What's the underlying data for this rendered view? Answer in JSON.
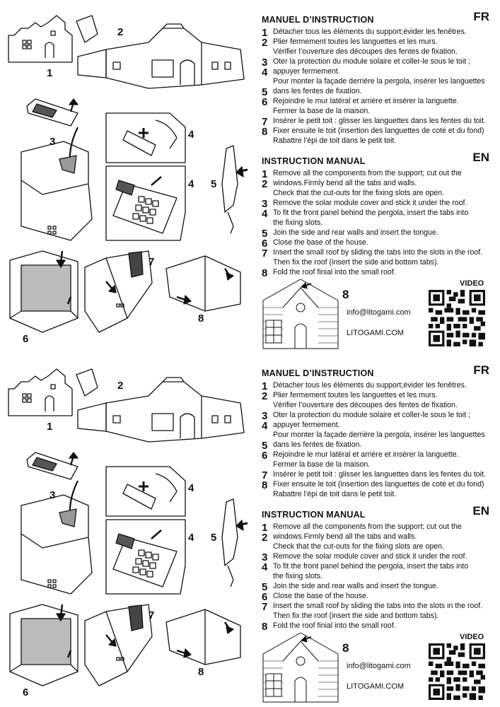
{
  "fr": {
    "title": "MANUEL D’INSTRUCTION",
    "lang": "FR",
    "lines": [
      {
        "num": "1",
        "text": "Détacher tous les éléments du support;évider les fenêtres."
      },
      {
        "num": "2",
        "text": "Plier fermement toutes les languettes et les murs."
      },
      {
        "num": "",
        "text": "Vérifier l’ouverture des découpes des fentes de fixation."
      },
      {
        "num": "3",
        "text": "Oter la protection du module solaire et coller-le sous le toit ;"
      },
      {
        "num": "4",
        "text": "appuyer fermement."
      },
      {
        "num": "",
        "text": "Pour monter la façade derrière la pergola, insérer les languettes"
      },
      {
        "num": "5",
        "text": "dans les fentes de fixation."
      },
      {
        "num": "6",
        "text": "Rejoindre le mur latéral et arrière et insérer la languette."
      },
      {
        "num": "",
        "text": "Fermer la base de la maison."
      },
      {
        "num": "7",
        "text": "Insérer le petit toit : glisser les languettes dans les fentes du toit."
      },
      {
        "num": "8",
        "text": "Fixer ensuite le toit (insertion des languettes de coté et du fond)"
      },
      {
        "num": "",
        "text": "Rabattre l’épi de toit dans le petit toit."
      }
    ]
  },
  "en": {
    "title": "INSTRUCTION MANUAL",
    "lang": "EN",
    "lines": [
      {
        "num": "1",
        "text": "Remove all the components from the support; cut out the"
      },
      {
        "num": "2",
        "text": "windows.Firmly bend all the tabs and walls."
      },
      {
        "num": "",
        "text": "Check that the cut-outs for the fixing slots are open."
      },
      {
        "num": "3",
        "text": "Remove the solar module cover and stick it under the roof."
      },
      {
        "num": "4",
        "text": "To fit the front panel behind the pergola, insert the tabs into"
      },
      {
        "num": "",
        "text": "the fixing slots."
      },
      {
        "num": "5",
        "text": "Join the side and rear walls and insert the tongue."
      },
      {
        "num": "6",
        "text": "Close the base of the house."
      },
      {
        "num": "7",
        "text": "Insert the small roof by sliding the tabs into the slots in the roof."
      },
      {
        "num": "",
        "text": "Then fix the roof (insert the side and bottom tabs)."
      },
      {
        "num": "8",
        "text": "Fold the roof finial into the small roof."
      }
    ]
  },
  "footer": {
    "step_label": "8",
    "email": "info@litogami.com",
    "website": "LITOGAMI.COM",
    "video_label": "VIDEO"
  },
  "figure_labels": [
    "1",
    "2",
    "3",
    "4",
    "4",
    "5",
    "6",
    "7",
    "8"
  ]
}
